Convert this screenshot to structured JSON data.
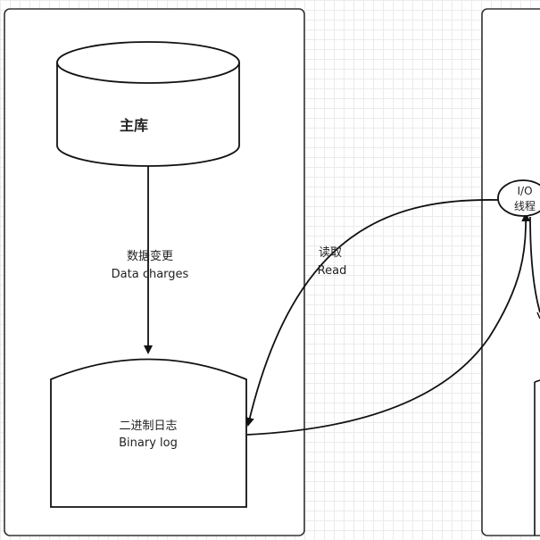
{
  "master": {
    "db_label": "主库",
    "change_label_cn": "数据变更",
    "change_label_en": "Data charges",
    "binlog_label_cn": "二进制日志",
    "binlog_label_en": "Binary log"
  },
  "replication": {
    "read_label_cn": "读取",
    "read_label_en": "Read"
  },
  "slave": {
    "io_thread_label_line1": "I/O",
    "io_thread_label_line2": "线程"
  }
}
